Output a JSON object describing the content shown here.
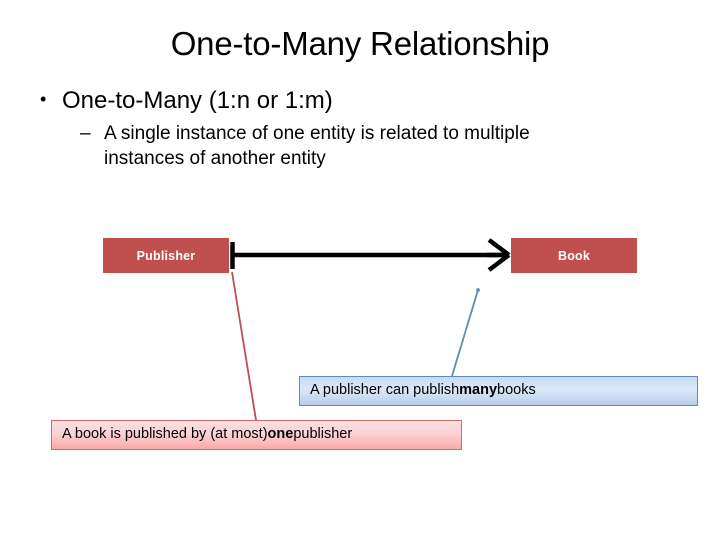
{
  "slide": {
    "title": "One-to-Many Relationship",
    "bullets": {
      "level1_marker": "•",
      "level1_text": "One-to-Many (1:n or 1:m)",
      "level2_marker": "–",
      "level2_text": "A single instance of one entity is related to multiple instances of another entity"
    }
  },
  "diagram": {
    "type": "er-relationship",
    "entities": [
      {
        "name": "publisher",
        "label": "Publisher",
        "cardinality": "one",
        "notation": "single-tick"
      },
      {
        "name": "book",
        "label": "Book",
        "cardinality": "many",
        "notation": "crows-foot"
      }
    ],
    "connector": {
      "label": "relationship-line",
      "left_end_symbol": "one-tick",
      "right_end_symbol": "crows-foot-many",
      "color": "#000000"
    },
    "colors": {
      "entity_fill": "#C0504D",
      "entity_text": "#FFFFFF",
      "connector": "#000000",
      "callout_many_fill": "#C6D9F1",
      "callout_many_border": "#628BBA",
      "callout_many_leader": "#5B8DB8",
      "callout_one_fill": "#FBD3D3",
      "callout_one_border": "#D16A6A",
      "callout_one_leader": "#C0504D"
    }
  },
  "callouts": [
    {
      "name": "many-callout",
      "prefix": "A publisher can publish ",
      "emphasis": "many",
      "suffix": " books",
      "full_text": "A publisher can publish many books",
      "points_to": "book"
    },
    {
      "name": "one-callout",
      "prefix": "A book is published by (at most) ",
      "emphasis": "one",
      "suffix": " publisher",
      "full_text": "A book is published by (at most) one publisher",
      "points_to": "publisher"
    }
  ]
}
